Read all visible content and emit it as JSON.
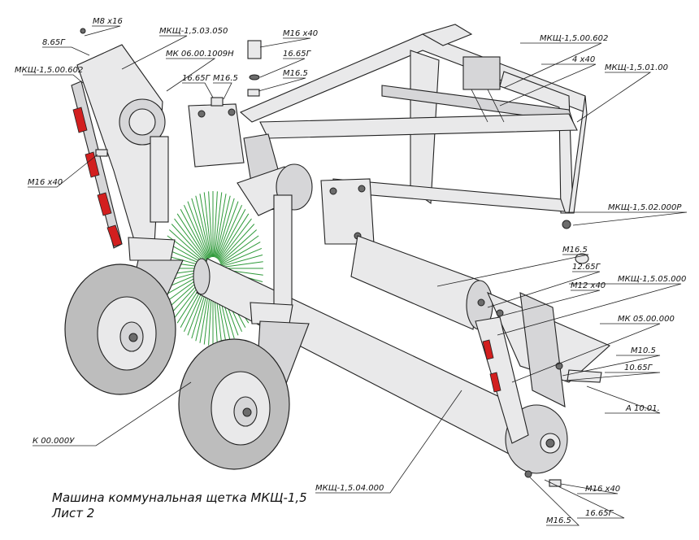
{
  "drawing": {
    "title_line1": "Машина коммунальная щетка МКЩ-1,5",
    "title_line2": "Лист 2"
  },
  "callouts": [
    {
      "id": "m8x16",
      "text": "M8 x16"
    },
    {
      "id": "8-65g",
      "text": "8.65Г"
    },
    {
      "id": "mksh-15-00-602-left",
      "text": "МКЩ-1,5.00.602"
    },
    {
      "id": "mksh-15-03-050",
      "text": "МКЩ-1,5.03.050"
    },
    {
      "id": "mk-06-00-1009n",
      "text": "МК 06.00.1009Н"
    },
    {
      "id": "m16x40-top",
      "text": "M16 x40"
    },
    {
      "id": "16-65g-top",
      "text": "16.65Г"
    },
    {
      "id": "m16-5-top",
      "text": "M16.5"
    },
    {
      "id": "16-65g-mid",
      "text": "16.65Г"
    },
    {
      "id": "m16-5-mid",
      "text": "M16.5"
    },
    {
      "id": "mksh-15-00-602-right",
      "text": "МКЩ-1,5.00.602"
    },
    {
      "id": "4x40",
      "text": "4 x40"
    },
    {
      "id": "mksh-15-01-00",
      "text": "МКЩ-1,5.01.00"
    },
    {
      "id": "m16x40-left",
      "text": "M16 x40"
    },
    {
      "id": "mksh-15-02-000r",
      "text": "МКЩ-1,5.02.000Р"
    },
    {
      "id": "m16-5-right",
      "text": "M16.5"
    },
    {
      "id": "12-65g",
      "text": "12.65Г"
    },
    {
      "id": "m12x40",
      "text": "M12 x40"
    },
    {
      "id": "mksh-15-05-000",
      "text": "МКЩ-1,5.05.000"
    },
    {
      "id": "mk-05-00-000",
      "text": "МК 05.00.000"
    },
    {
      "id": "m10-5",
      "text": "M10.5"
    },
    {
      "id": "10-65g",
      "text": "10.65Г"
    },
    {
      "id": "a10-01",
      "text": "А 10.01."
    },
    {
      "id": "k-00-000u",
      "text": "К 00.000У"
    },
    {
      "id": "mksh-15-04-000",
      "text": "МКЩ-1,5.04.000"
    },
    {
      "id": "m16x40-bottom",
      "text": "M16 x40"
    },
    {
      "id": "m16-5-bottom",
      "text": "M16.5"
    },
    {
      "id": "16-65g-bottom",
      "text": "16.65Г"
    }
  ],
  "colors": {
    "accent_red": "#d21f1f",
    "brush_green": "#2f9a3a"
  }
}
